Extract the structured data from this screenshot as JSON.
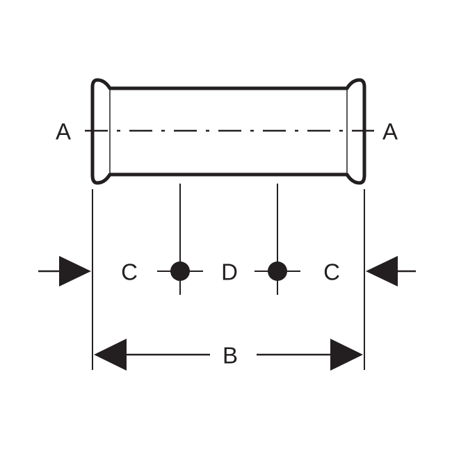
{
  "labels": {
    "axis_left": "A",
    "axis_right": "A",
    "dim_c_left": "C",
    "dim_d": "D",
    "dim_c_right": "C",
    "dim_b": "B"
  },
  "colors": {
    "ink": "#231f20",
    "background": "#ffffff"
  }
}
